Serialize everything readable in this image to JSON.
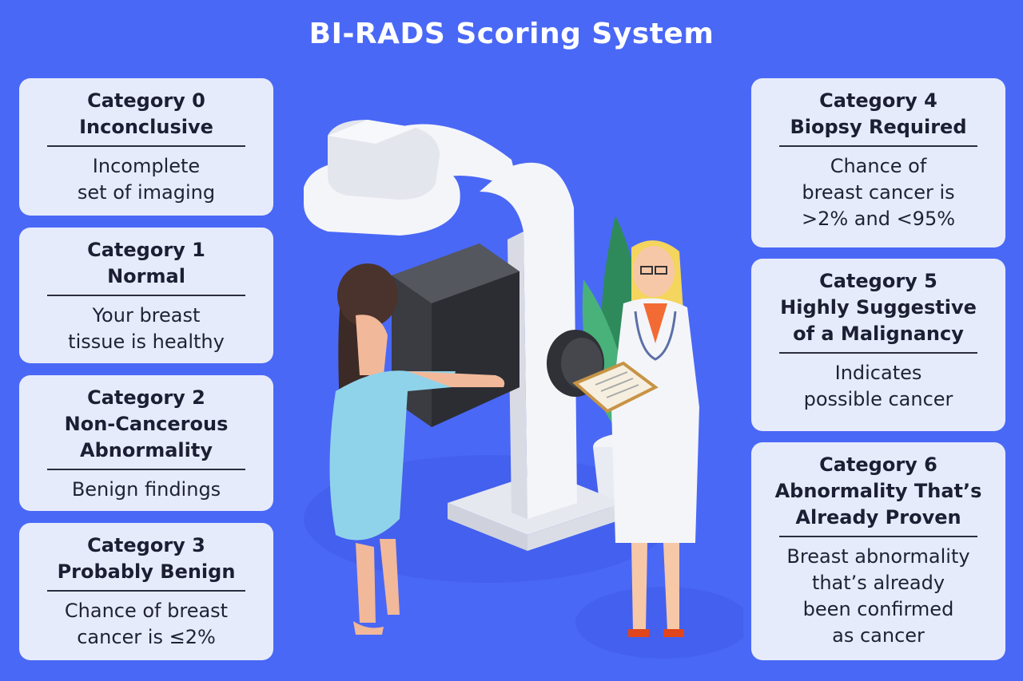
{
  "title": "BI-RADS Scoring System",
  "categories": [
    {
      "heading": [
        "Category 0",
        "Inconclusive"
      ],
      "description": [
        "Incomplete",
        "set of imaging"
      ]
    },
    {
      "heading": [
        "Category 1",
        "Normal"
      ],
      "description": [
        "Your breast",
        "tissue is healthy"
      ]
    },
    {
      "heading": [
        "Category 2",
        "Non-Cancerous",
        "Abnormality"
      ],
      "description": [
        "Benign findings"
      ]
    },
    {
      "heading": [
        "Category 3",
        "Probably Benign"
      ],
      "description": [
        "Chance of breast",
        "cancer is ≤2%"
      ]
    },
    {
      "heading": [
        "Category 4",
        "Biopsy Required"
      ],
      "description": [
        "Chance of",
        "breast cancer is",
        ">2% and <95%"
      ]
    },
    {
      "heading": [
        "Category 5",
        "Highly Suggestive",
        "of a Malignancy"
      ],
      "description": [
        "Indicates",
        "possible cancer"
      ]
    },
    {
      "heading": [
        "Category 6",
        "Abnormality That’s",
        "Already Proven"
      ],
      "description": [
        "Breast abnormality",
        "that’s already",
        "been confirmed",
        "as cancer"
      ]
    }
  ],
  "colors": {
    "background": "#4a68f6",
    "card": "#e6ebfb",
    "text": "#1f2235",
    "title": "#ffffff"
  },
  "illustration": {
    "subject": "patient undergoing mammogram with doctor holding clipboard",
    "icons": [
      "mammography-machine-icon",
      "patient-figure-icon",
      "doctor-figure-icon",
      "plant-icon",
      "clipboard-icon"
    ]
  }
}
